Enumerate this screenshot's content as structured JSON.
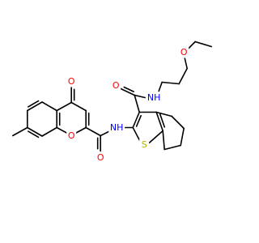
{
  "molecule": {
    "colors": {
      "bond": "#000000",
      "O": "#ff0000",
      "N": "#0000ff",
      "S": "#b3b300"
    },
    "labels": [
      {
        "id": "o_ketone",
        "text": "O",
        "element": "O"
      },
      {
        "id": "o_ring_chromone",
        "text": "O",
        "element": "O"
      },
      {
        "id": "o_amide_chromone",
        "text": "O",
        "element": "O"
      },
      {
        "id": "nh_amide_chromone",
        "text": "NH",
        "element": "N"
      },
      {
        "id": "s_thiophene",
        "text": "S",
        "element": "S"
      },
      {
        "id": "o_amide_thiophene",
        "text": "O",
        "element": "O"
      },
      {
        "id": "nh_amide_thiophene",
        "text": "NH",
        "element": "N"
      },
      {
        "id": "o_ether",
        "text": "O",
        "element": "O"
      }
    ]
  }
}
